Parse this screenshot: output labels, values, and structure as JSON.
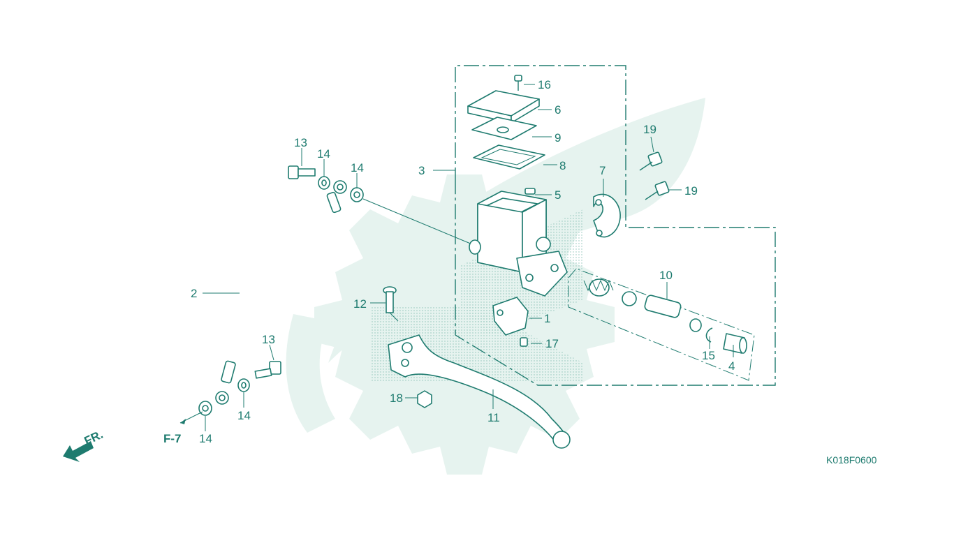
{
  "diagram_code": "K018F0600",
  "ref_label": "F-7",
  "front_label": "FR.",
  "callouts": {
    "c1": "1",
    "c2": "2",
    "c3": "3",
    "c4": "4",
    "c5": "5",
    "c6": "6",
    "c7": "7",
    "c8": "8",
    "c9": "9",
    "c10": "10",
    "c11": "11",
    "c12": "12",
    "c13a": "13",
    "c13b": "13",
    "c14a": "14",
    "c14b": "14",
    "c14c": "14",
    "c14d": "14",
    "c15": "15",
    "c16": "16",
    "c17": "17",
    "c18": "18",
    "c19a": "19",
    "c19b": "19"
  },
  "colors": {
    "line": "#1e7b6f",
    "watermark": "#e6f3ef",
    "dots": "#8cc2b6"
  }
}
